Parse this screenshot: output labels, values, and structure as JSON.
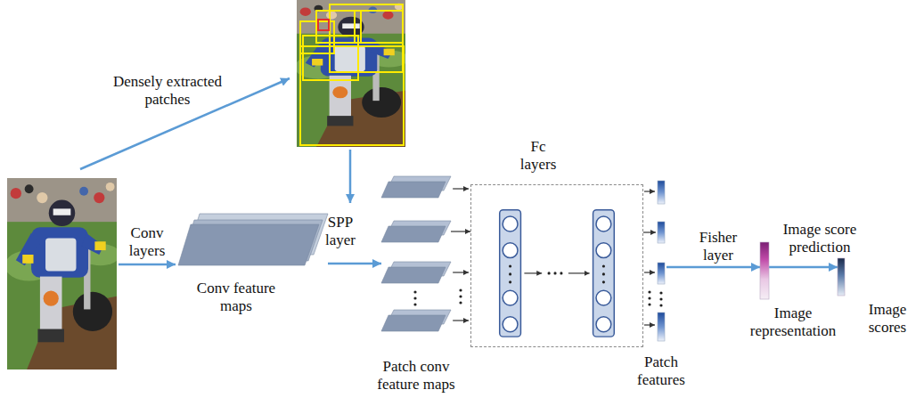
{
  "diagram": {
    "nodes": [
      {
        "text": [
          "Conv feature maps"
        ]
      },
      {
        "text": [
          "Patch conv feature maps"
        ]
      },
      {
        "text": [
          "Fc layers"
        ]
      },
      {
        "text": [
          "Patch features"
        ]
      },
      {
        "text": [
          "Image representation"
        ]
      },
      {
        "text": [
          "Image scores"
        ]
      }
    ],
    "edges": [
      {
        "from": 0,
        "to": 1,
        "label": "SPP layer",
        "arrow": "to"
      },
      {
        "from": 1,
        "to": 2,
        "arrow": "to"
      },
      {
        "from": 2,
        "to": 3,
        "arrow": "to"
      },
      {
        "from": 3,
        "to": 4,
        "label": "Fisher layer",
        "arrow": "to"
      },
      {
        "from": 4,
        "to": 5,
        "label": "Image score prediction",
        "arrow": "to"
      }
    ],
    "labels": [
      "Densely extracted patches",
      "Conv layers"
    ]
  }
}
